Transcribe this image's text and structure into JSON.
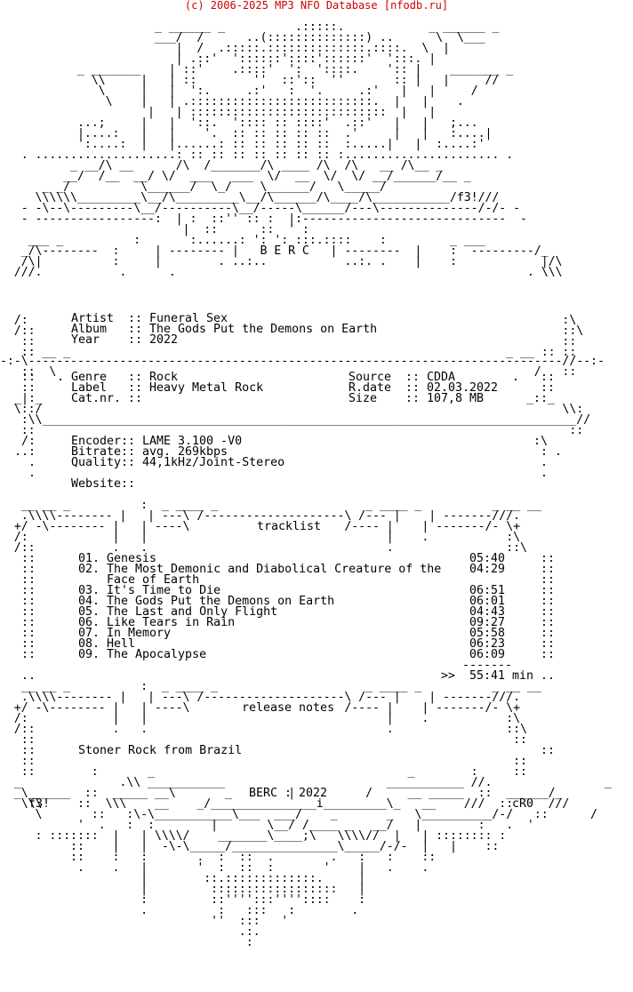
{
  "header": {
    "copyright": "(c) 2006-2025 MP3 NFO Database [",
    "site_link": "nfodb.ru",
    "close": "]"
  },
  "art": [
    "                      _ ______ _          .:::::.            _ ______ _",
    "                      ___/  /      ..(::::::::::::::) ..      \\  \\___",
    "                         |  /  .:::::.::::::::::::::.::::.  \\  |",
    "                         | .::'  '::::::'::::'::::::'  ':::. |",
    "           _ _______    | ::'    .::::'  ':  '::::.    ':: |    _______ _",
    "             \\\\     |   | ::        ''  ::'::  ''       :: |   |     //",
    "              \\     |   |  ':.     .:'   :  '.     .:'   |   |     /",
    "               \\    |   | .::::::::::::::::::::::::::.  |   |    .",
    "                     |   | ::::::::::::::::::::::::::::  |   |",
    "           ...;     |   |  '::.  ':::: :: ::::'  .::'   |   |   ;...",
    "           |....:   |   |    '.  :: :: :: :: ::  .'     |   |   :....|",
    "           ':....:  |   |......: :: :: :: :: ::  :.....|   |  :....:'",
    "   . ....................: :: :: :: :: :: :: :: :...................... .",
    "          _ __/\\ __      /\\  /_______/\\ ____ /\\  /\\   __ /\\__ _",
    "         __/  /__  __/ \\/  ___   ___  \\/  __  \\/  \\/ __/______/__ _",
    "      _ _/          \\______/  \\_/    \\______/   \\_____/              ",
    "     \\\\\\\\\\\\_________\\__/\\_________\\__/\\______/\\____/\\___________/f3!///",
    "   - -\\--\\---------\\__/----------\\__/-----\\______/---\\--------------/-/- -",
    "   - -----------------:  | :  ::'' :: :  |:-----------------------------  -",
    "                          |  ::      ::  ' :",
    "    ___ _          :       :......: ': ': :::.::::    :         _ ___",
    "   _/\\--------  :     | -------- |   B E R C   | --------  |    :  ---------/_",
    "   /\\|          :     |        . ..:..           ..:. .    |    :            |/\\",
    "  ///.           .      .                                                  . \\\\\\"
  ],
  "release": {
    "rows": [
      {
        "label": "Artist",
        "value": "Funeral Sex"
      },
      {
        "label": "Album",
        "value": "The Gods Put the Demons on Earth"
      },
      {
        "label": "Year",
        "value": "2022"
      }
    ],
    "genre_label": "Genre",
    "genre": "Rock",
    "label_label": "Label",
    "label": "Heavy Metal Rock",
    "catnr_label": "Cat.nr.",
    "catnr": "",
    "source_label": "Source",
    "source": "CDDA",
    "rdate_label": "R.date",
    "rdate": "02.03.2022",
    "size_label": "Size",
    "size": "107,8 MB",
    "encoder_label": "Encoder",
    "encoder": "LAME 3.100 -V0",
    "bitrate_label": "Bitrate",
    "bitrate": "avg. 269kbps",
    "quality_label": "Quality",
    "quality": "44,1kHz/Joint-Stereo",
    "website_label": "Website",
    "website": ""
  },
  "tracklist": {
    "heading": "tracklist",
    "tracks": [
      {
        "num": "01.",
        "title": "Genesis",
        "time": "05:40"
      },
      {
        "num": "02.",
        "title": "The Most Demonic and Diabolical Creature of the",
        "time": "04:29"
      },
      {
        "num": "",
        "title": "Face of Earth",
        "time": ""
      },
      {
        "num": "03.",
        "title": "It's Time to Die",
        "time": "06:51"
      },
      {
        "num": "04.",
        "title": "The Gods Put the Demons on Earth",
        "time": "06:01"
      },
      {
        "num": "05.",
        "title": "The Last and Only Flight",
        "time": "04:43"
      },
      {
        "num": "06.",
        "title": "Like Tears in Rain",
        "time": "09:27"
      },
      {
        "num": "07.",
        "title": "In Memory",
        "time": "05:58"
      },
      {
        "num": "08.",
        "title": "Hell",
        "time": "06:23"
      },
      {
        "num": "09.",
        "title": "The Apocalypse",
        "time": "06:09"
      }
    ],
    "total_separator": "-------",
    "total_arrow": ">>",
    "total": "55:41 min"
  },
  "notes": {
    "heading": "release notes",
    "text": "Stoner Rock from Brazil"
  },
  "footer": {
    "berc": "BERC : 2022",
    "tag_left": "f3!",
    "tag_right": "cR0"
  }
}
